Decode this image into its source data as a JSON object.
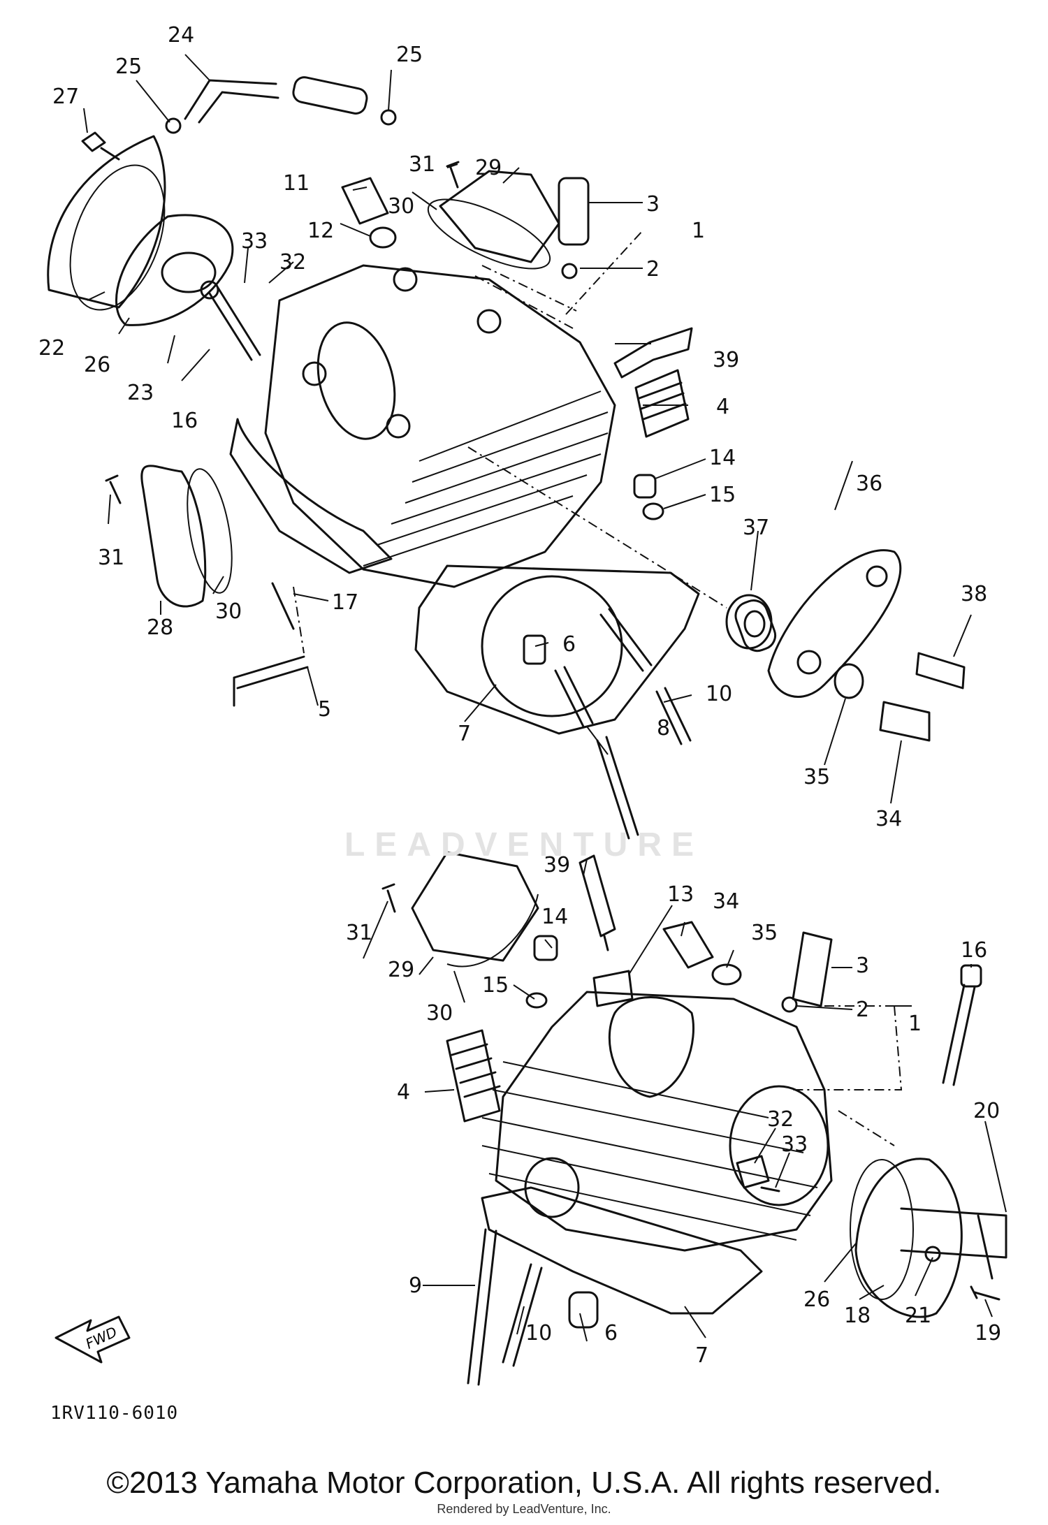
{
  "diagram_code": "1RV110-6010",
  "copyright": "©2013 Yamaha Motor Corporation, U.S.A. All rights reserved.",
  "render_credit": "Rendered by LeadVenture, Inc.",
  "watermark": "LEADVENTURE",
  "fwd_label": "FWD",
  "callouts": {
    "c24": "24",
    "c25a": "25",
    "c25b": "25",
    "c27": "27",
    "c31a": "31",
    "c29a": "29",
    "c3a": "3",
    "c1a": "1",
    "c2a": "2",
    "c11": "11",
    "c12": "12",
    "c30a": "30",
    "c33a": "33",
    "c32a": "32",
    "c22": "22",
    "c26a": "26",
    "c23": "23",
    "c16a": "16",
    "c39a": "39",
    "c4a": "4",
    "c14a": "14",
    "c15a": "15",
    "c36": "36",
    "c37": "37",
    "c38": "38",
    "c31b": "31",
    "c30b": "30",
    "c28": "28",
    "c17": "17",
    "c6a": "6",
    "c5": "5",
    "c7a": "7",
    "c10a": "10",
    "c8": "8",
    "c35a": "35",
    "c34a": "34",
    "c39b": "39",
    "c13": "13",
    "c34b": "34",
    "c35b": "35",
    "c14b": "14",
    "c31c": "31",
    "c29b": "29",
    "c30c": "30",
    "c15b": "15",
    "c3b": "3",
    "c2b": "2",
    "c1b": "1",
    "c16b": "16",
    "c4b": "4",
    "c32b": "32",
    "c33b": "33",
    "c20": "20",
    "c26b": "26",
    "c18": "18",
    "c21": "21",
    "c19": "19",
    "c9": "9",
    "c10b": "10",
    "c6b": "6",
    "c7b": "7"
  }
}
